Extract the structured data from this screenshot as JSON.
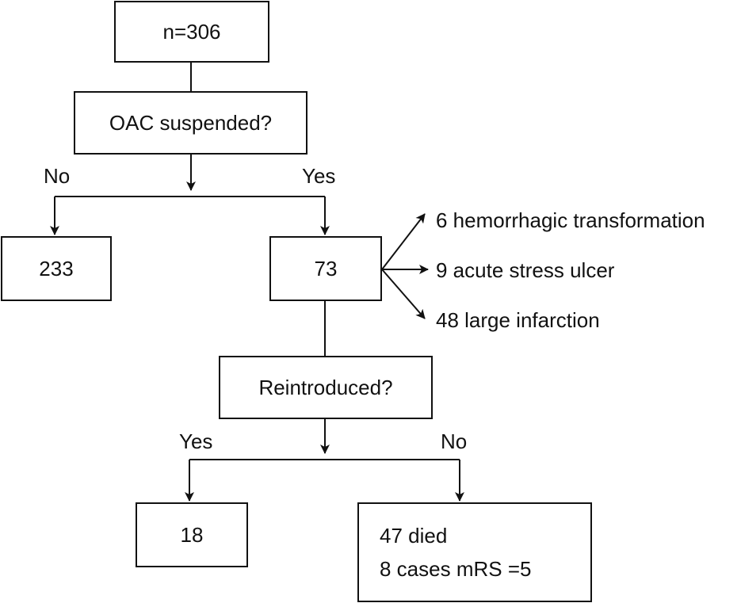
{
  "flowchart": {
    "root": "n=306",
    "question_1": "OAC suspended?",
    "branch_no_1": "No",
    "branch_yes_1": "Yes",
    "count_not_suspended": "233",
    "count_suspended": "73",
    "reasons": [
      "6 hemorrhagic transformation",
      "9 acute stress ulcer",
      "48 large infarction"
    ],
    "question_2": "Reintroduced?",
    "branch_yes_2": "Yes",
    "branch_no_2": "No",
    "count_reintroduced": "18",
    "outcomes": [
      "47 died",
      "8 cases mRS =5"
    ]
  }
}
